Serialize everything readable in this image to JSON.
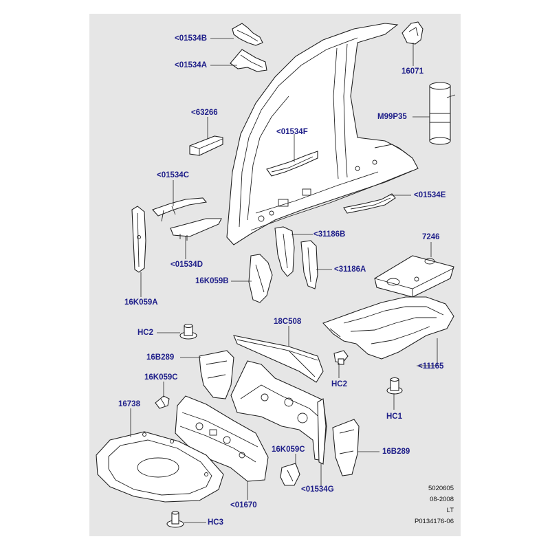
{
  "diagram": {
    "part_labels": {
      "p01534B": "<01534B",
      "p01534A": "<01534A",
      "p16071": "16071",
      "pM99P35": "M99P35",
      "p63266": "<63266",
      "p01534F": "<01534F",
      "p01534C": "<01534C",
      "p01534E": "<01534E",
      "p31186B": "<31186B",
      "p7246": "7246",
      "p01534D": "<01534D",
      "p31186A": "<31186A",
      "p16K059B": "16K059B",
      "p16K059A": "16K059A",
      "pHC2a": "HC2",
      "p18C508": "18C508",
      "p16B289a": "16B289",
      "p11165": "<11165",
      "p16K059Ca": "16K059C",
      "pHC2b": "HC2",
      "pHC1": "HC1",
      "p16738": "16738",
      "p16K059Cb": "16K059C",
      "p16B289b": "16B289",
      "p01670": "<01670",
      "p01534G": "<01534G",
      "pHC3": "HC3"
    },
    "footer": {
      "code": "5020605",
      "date": "08-2008",
      "variant": "LT",
      "ref": "P0134176-06"
    }
  }
}
